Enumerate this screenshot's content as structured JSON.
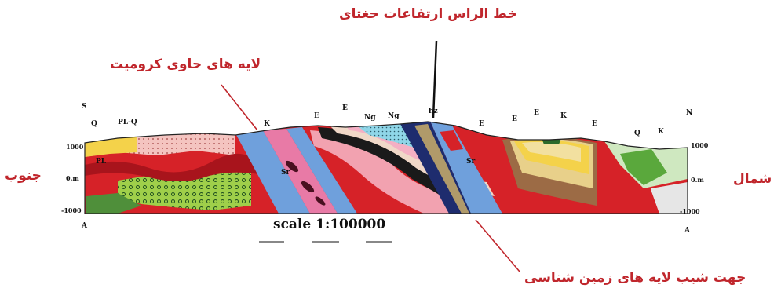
{
  "labels": {
    "top_title": "خط الراس ارتفاعات جغتای",
    "chromite_layers": "لایه های حاوی کرومیت",
    "dip_direction": "جهت شیب لایه های زمین شناسی",
    "south": "جنوب",
    "north": "شمال"
  },
  "scale_text": "scale 1:100000",
  "axis_ticks": {
    "left": [
      "1000",
      "0.m",
      "-1000"
    ],
    "right": [
      "1000",
      "0.m",
      "-1000"
    ]
  },
  "section_ends": {
    "left": "A",
    "right": "A"
  },
  "corner_marks": {
    "left": "S",
    "right": "N"
  },
  "unit_symbols": [
    "Q",
    "PL-Q",
    "K",
    "E",
    "E",
    "Ng",
    "Ng",
    "hz",
    "E",
    "E",
    "E",
    "K",
    "E",
    "Q",
    "K",
    "Sr",
    "Sr",
    "PL"
  ],
  "colors": {
    "label_red": "#c0262c",
    "red_unit": "#d62228",
    "blue_unit": "#6fa0dc",
    "pink_unit": "#f2a2b0",
    "black_unit": "#1a1a1a",
    "yellow_unit": "#f4d24a",
    "green_unit": "#5aa83c",
    "brown_unit": "#9c6b45",
    "navy_unit": "#1e2c6e"
  }
}
